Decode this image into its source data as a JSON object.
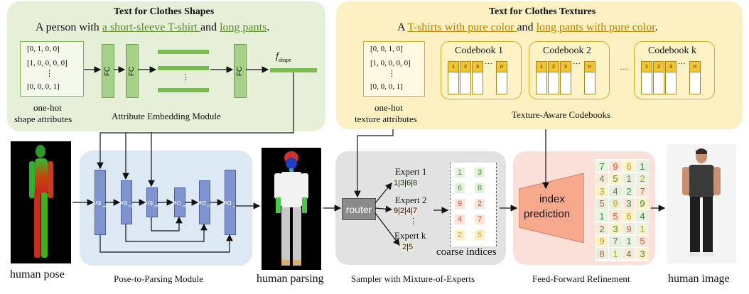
{
  "shape_panel": {
    "title": "Text for Clothes Shapes",
    "sentence_prefix": "A person with ",
    "sentence_link1": "a short-sleeve T-shirt ",
    "sentence_mid": "and ",
    "sentence_link2": "long pants",
    "sentence_suffix": ".",
    "vectors": [
      "[0, 1, 0, 0]",
      "[1, 0, 0, 0, 0]",
      "⋮",
      "[0, 0, 0, 1]"
    ],
    "input_caption_line1": "one-hot",
    "input_caption_line2": "shape attributes",
    "fc_label": "FC",
    "dots": "⋮",
    "f_shape_main": "f",
    "f_shape_sub": "shape",
    "module_caption": "Attribute Embedding Module"
  },
  "texture_panel": {
    "title": "Text for Clothes Textures",
    "sentence_prefix": "A ",
    "sentence_link1": "T-shirts with pure color ",
    "sentence_mid": "and ",
    "sentence_link2": "long pants with pure color",
    "sentence_suffix": ".",
    "vectors": [
      "[0, 0, 1, 0]",
      "[1, 0, 0, 0, 0]",
      "⋮",
      "[0, 0, 0, 1]"
    ],
    "input_caption_line1": "one-hot",
    "input_caption_line2": "texture attributes",
    "codebooks": [
      "Codebook 1",
      "Codebook 2",
      "Codebook k"
    ],
    "codebook_cells": [
      "1",
      "2",
      "3",
      "···",
      "n"
    ],
    "between_dots": "···",
    "module_caption": "Texture-Aware Codebooks"
  },
  "pose_parsing": {
    "enc": [
      "Enc",
      "Enc",
      "Enc"
    ],
    "enc_sub": [
      "1",
      "2",
      "3"
    ],
    "dec": [
      "Dec",
      "Dec",
      "Dec"
    ],
    "dec_sub": [
      "3",
      "2",
      "1"
    ],
    "caption": "Pose-to-Parsing Module"
  },
  "sampler": {
    "router": "router",
    "experts": [
      {
        "label": "Expert 1",
        "codes": [
          "1",
          "3",
          "6",
          "8"
        ]
      },
      {
        "label": "Expert 2",
        "codes": [
          "9",
          "2",
          "4",
          "7"
        ]
      },
      {
        "label": "Expert k",
        "codes": [
          "2",
          "5"
        ]
      }
    ],
    "dots": "⋮",
    "coarse_label": "coarse indices",
    "coarse_values": [
      [
        "1",
        "3"
      ],
      [
        "6",
        "8"
      ],
      [
        "9",
        "2"
      ],
      [
        "4",
        "7"
      ],
      [
        "2",
        "5"
      ]
    ],
    "caption": "Sampler with Mixture-of-Experts"
  },
  "refinement": {
    "label_line1": "index",
    "label_line2": "prediction",
    "grid": [
      [
        "7",
        "9",
        "6",
        "1"
      ],
      [
        "4",
        "5",
        "1",
        "2"
      ],
      [
        "3",
        "4",
        "2",
        "7"
      ],
      [
        "5",
        "9",
        "3",
        "9"
      ],
      [
        "1",
        "5",
        "6",
        "4"
      ],
      [
        "2",
        "3",
        "9",
        "1"
      ],
      [
        "9",
        "7",
        "1",
        "5"
      ],
      [
        "8",
        "1",
        "4",
        "3"
      ]
    ],
    "caption": "Feed-Forward Refinement"
  },
  "images": {
    "pose_caption": "human pose",
    "parsing_caption": "human parsing",
    "output_caption": "human image"
  },
  "colors": {
    "green_panel": "#e6f0d8",
    "yellow_panel": "#fdf0c2",
    "blue_panel": "#dde8f5",
    "gray_panel": "#e2e2e2",
    "pink_panel": "#fbe0da",
    "encoder": "#7f93cf"
  }
}
